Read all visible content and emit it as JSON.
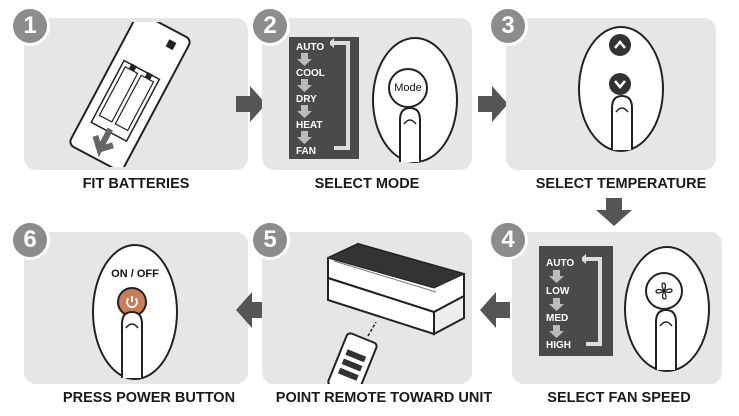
{
  "steps": [
    {
      "number": "1",
      "caption": "FIT BATTERIES"
    },
    {
      "number": "2",
      "caption": "SELECT MODE"
    },
    {
      "number": "3",
      "caption": "SELECT TEMPERATURE"
    },
    {
      "number": "4",
      "caption": "SELECT FAN SPEED"
    },
    {
      "number": "5",
      "caption": "POINT REMOTE TOWARD UNIT"
    },
    {
      "number": "6",
      "caption": "PRESS POWER BUTTON"
    }
  ],
  "mode_panel": {
    "items": [
      "AUTO",
      "COOL",
      "DRY",
      "HEAT",
      "FAN"
    ],
    "button_label": "Mode"
  },
  "fan_panel": {
    "items": [
      "AUTO",
      "LOW",
      "MED",
      "HIGH"
    ]
  },
  "power": {
    "label": "ON / OFF"
  },
  "colors": {
    "card": "#e6e6e6",
    "badge": "#8c8c8c",
    "panel": "#4a4a4a",
    "arrow": "#555555",
    "power_button": "#c97b5a"
  },
  "icons": [
    "battery-icon",
    "finger-icon",
    "chevron-up-icon",
    "chevron-down-icon",
    "fan-icon",
    "power-icon",
    "remote-icon",
    "indoor-unit-icon",
    "arrow-right-icon",
    "arrow-left-icon",
    "arrow-down-icon"
  ]
}
